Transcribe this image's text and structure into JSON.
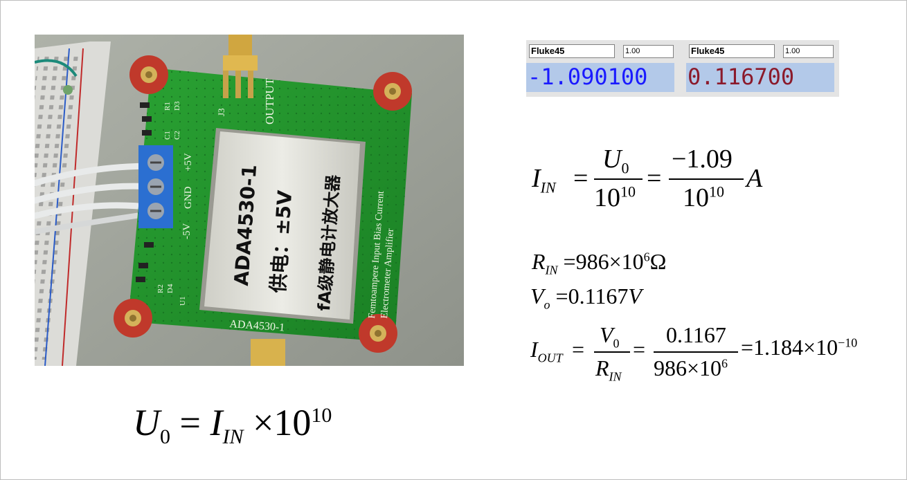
{
  "photo": {
    "board_silkscreen": {
      "connector_label": "OUTPUT",
      "j3": "J3",
      "plus5v": "+5V",
      "gnd": "GND",
      "minus5v": "-5V",
      "r1": "R1",
      "d3": "D3",
      "c1": "C1",
      "c2": "C2",
      "r2": "R2",
      "d4": "D4",
      "u1": "U1",
      "bottom_part_no": "ADA4530-1",
      "desc_line1": "Femtoampere Input Bias Current",
      "desc_line2": "Electrometer Amplifier"
    },
    "shield_label": {
      "line1": "ADA4530-1",
      "line2": "供电：±5V",
      "line3": "fA级静电计放大器"
    },
    "colors": {
      "pcb": "#1f8f2a",
      "shield": "#dcdcd4",
      "terminal": "#2b6fd1",
      "standoff": "#c0392b"
    }
  },
  "meters": [
    {
      "instrument": "Fluke45",
      "range": "1.00",
      "reading": "-1.090100",
      "reading_color": "#1a1aff"
    },
    {
      "instrument": "Fluke45",
      "range": "1.00",
      "reading": "0.116700",
      "reading_color": "#8b1a2b"
    }
  ],
  "equations": {
    "iin": {
      "lhs": "I",
      "lhs_sub": "IN",
      "num1": "U",
      "num1_sub": "0",
      "den1": "10",
      "den1_sup": "10",
      "num2": "−1.09",
      "den2": "10",
      "den2_sup": "10",
      "unit": "A"
    },
    "rin": {
      "lhs": "R",
      "lhs_sub": "IN",
      "rhs": "986×10",
      "rhs_sup": "6",
      "unit": "Ω"
    },
    "vo": {
      "lhs": "V",
      "lhs_sub": "o",
      "rhs": "0.1167",
      "unit": "V"
    },
    "iout": {
      "lhs": "I",
      "lhs_sub": "OUT",
      "num1": "V",
      "num1_sub": "0",
      "den1": "R",
      "den1_sub": "IN",
      "num2": "0.1167",
      "den2": "986×10",
      "den2_sup": "6",
      "result": "1.184×10",
      "result_sup": "−10"
    },
    "u0": {
      "lhs": "U",
      "lhs_sub": "0",
      "rhs": "I",
      "rhs_sub": "IN",
      "times": "×10",
      "times_sup": "10"
    }
  }
}
